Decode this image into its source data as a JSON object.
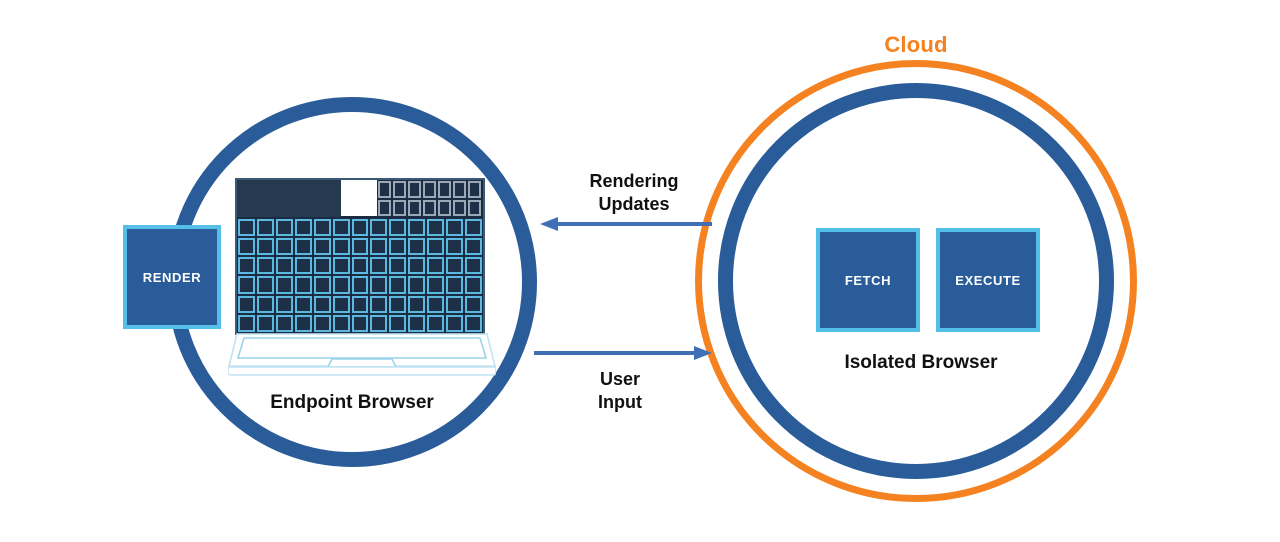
{
  "diagram": {
    "title_label": "Cloud",
    "colors": {
      "blue_ring": "#2a5c9a",
      "orange_ring": "#f58220",
      "box_fill": "#2a5c9a",
      "box_border": "#54c0e8",
      "arrow": "#3f6fb5",
      "screen_dark": "#1b2c42",
      "tile_border": "#5bb9e0",
      "text": "#111111"
    },
    "endpoint": {
      "caption": "Endpoint Browser",
      "render_box_label": "RENDER"
    },
    "cloud": {
      "caption": "Isolated Browser",
      "boxes": [
        {
          "label": "FETCH"
        },
        {
          "label": "EXECUTE"
        }
      ]
    },
    "flows": [
      {
        "label_line1": "Rendering",
        "label_line2": "Updates",
        "direction": "cloud-to-endpoint",
        "arrow_icon": "arrow-left-icon"
      },
      {
        "label_line1": "User",
        "label_line2": "Input",
        "direction": "endpoint-to-cloud",
        "arrow_icon": "arrow-right-icon"
      }
    ]
  }
}
